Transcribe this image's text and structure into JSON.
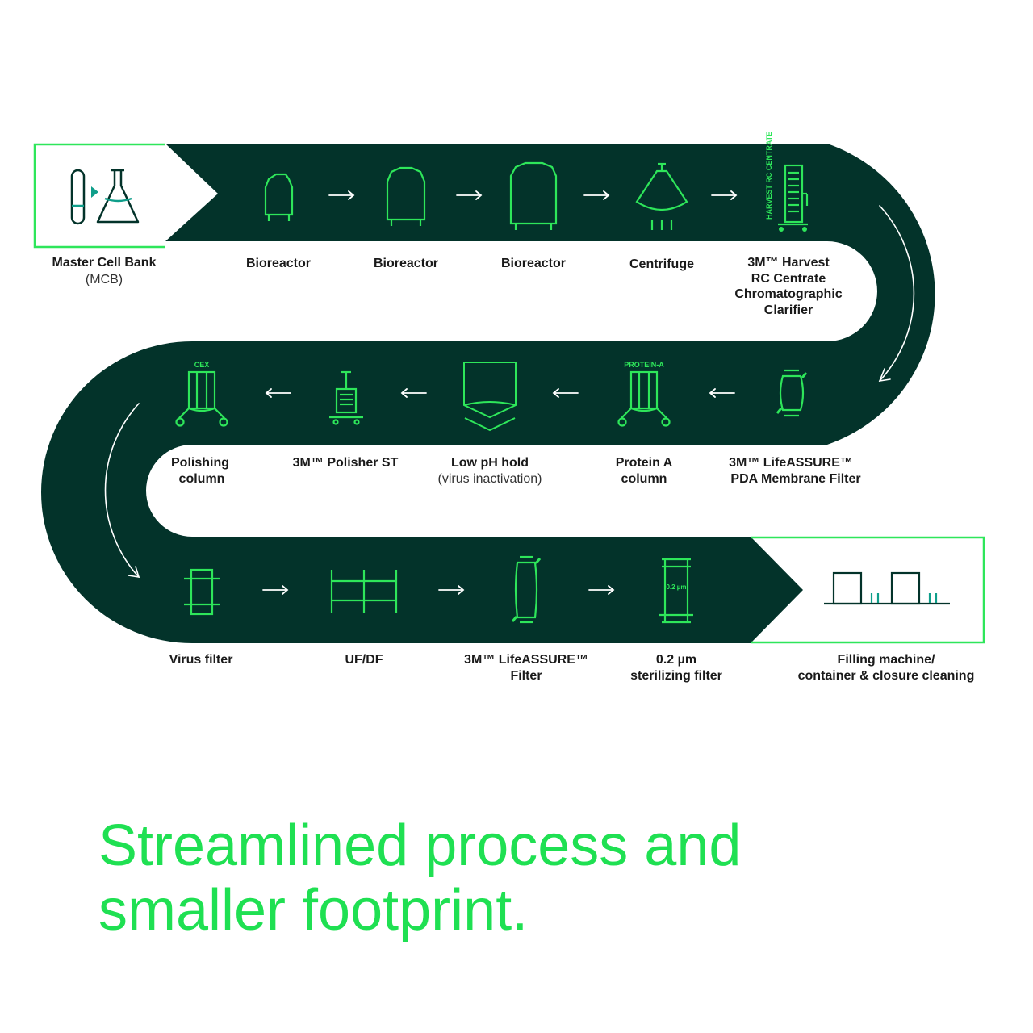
{
  "colors": {
    "track": "#03332a",
    "accent": "#2ee65a",
    "teal": "#0f9e8a",
    "label": "#1a1a1a",
    "headline": "#1fe052"
  },
  "steps": [
    {
      "id": "mcb",
      "lines": [
        "Master Cell Bank"
      ],
      "sub": "(MCB)",
      "icon": "test-tube-flask-icon"
    },
    {
      "id": "bioreactor-1",
      "lines": [
        "Bioreactor"
      ],
      "icon": "bioreactor-small-icon"
    },
    {
      "id": "bioreactor-2",
      "lines": [
        "Bioreactor"
      ],
      "icon": "bioreactor-medium-icon"
    },
    {
      "id": "bioreactor-3",
      "lines": [
        "Bioreactor"
      ],
      "icon": "bioreactor-large-icon"
    },
    {
      "id": "centrifuge",
      "lines": [
        "Centrifuge"
      ],
      "icon": "centrifuge-icon"
    },
    {
      "id": "harvest-rc",
      "lines": [
        "3M™ Harvest",
        "RC Centrate",
        "Chromatographic",
        "Clarifier"
      ],
      "icon": "harvest-rc-centrate-icon",
      "icon_text": "HARVEST RC CENTRATE"
    },
    {
      "id": "lifeassure-pda",
      "lines": [
        "3M™ LifeASSURE™",
        "PDA Membrane Filter"
      ],
      "icon": "capsule-filter-icon"
    },
    {
      "id": "protein-a",
      "lines": [
        "Protein A",
        "column"
      ],
      "icon": "protein-a-column-icon",
      "icon_text": "PROTEIN-A"
    },
    {
      "id": "low-ph",
      "lines": [
        "Low pH hold"
      ],
      "sub": "(virus inactivation)",
      "icon": "hold-tank-icon"
    },
    {
      "id": "polisher-st",
      "lines": [
        "3M™ Polisher ST"
      ],
      "icon": "polisher-icon"
    },
    {
      "id": "polishing-column",
      "lines": [
        "Polishing",
        "column"
      ],
      "icon": "cex-column-icon",
      "icon_text": "CEX"
    },
    {
      "id": "virus-filter",
      "lines": [
        "Virus filter"
      ],
      "icon": "virus-filter-icon"
    },
    {
      "id": "ufdf",
      "lines": [
        "UF/DF"
      ],
      "icon": "ufdf-cassette-icon"
    },
    {
      "id": "lifeassure-filter",
      "lines": [
        "3M™ LifeASSURE™",
        "Filter"
      ],
      "icon": "long-capsule-filter-icon"
    },
    {
      "id": "sterilizing",
      "lines": [
        "0.2 µm",
        "sterilizing filter"
      ],
      "icon": "sterilizing-filter-icon",
      "icon_text": "0.2 µm"
    },
    {
      "id": "filling",
      "lines": [
        "Filling machine/",
        "container & closure cleaning"
      ],
      "icon": "filling-machine-icon"
    }
  ],
  "headline": {
    "line1": "Streamlined process and",
    "line2": "smaller footprint."
  }
}
